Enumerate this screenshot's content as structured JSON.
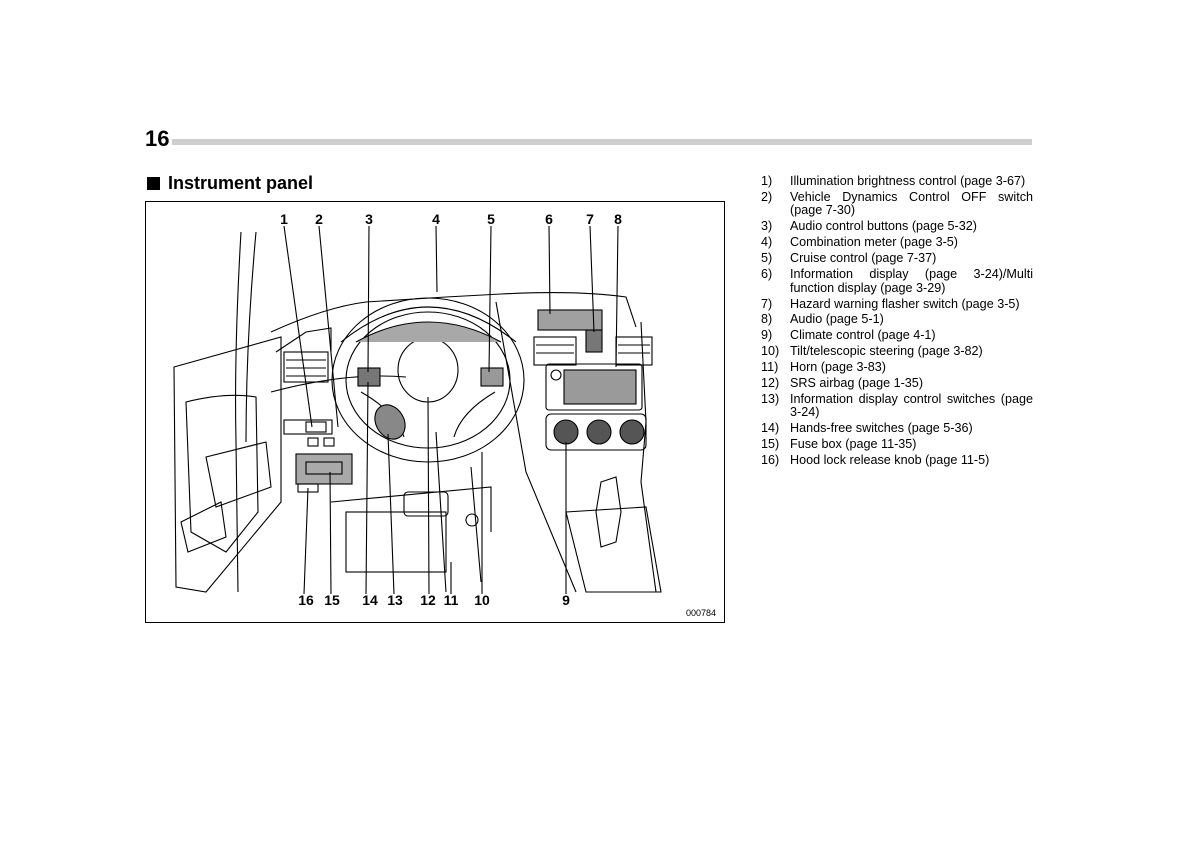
{
  "page": {
    "number": "16"
  },
  "section": {
    "title": "Instrument panel"
  },
  "figure": {
    "code": "000784",
    "callouts_top": [
      "1",
      "2",
      "3",
      "4",
      "5",
      "6",
      "7",
      "8"
    ],
    "callouts_bottom": [
      "16",
      "15",
      "14",
      "13",
      "12",
      "11",
      "10",
      "9"
    ]
  },
  "legend": [
    {
      "num": "1)",
      "text": "Illumination brightness control (page 3-67)"
    },
    {
      "num": "2)",
      "text": "Vehicle Dynamics Control OFF switch (page 7-30)"
    },
    {
      "num": "3)",
      "text": "Audio control buttons (page 5-32)"
    },
    {
      "num": "4)",
      "text": "Combination meter (page 3-5)"
    },
    {
      "num": "5)",
      "text": "Cruise control (page 7-37)"
    },
    {
      "num": "6)",
      "text": "Information display (page 3-24)/Multi function display (page 3-29)"
    },
    {
      "num": "7)",
      "text": "Hazard warning flasher switch (page 3-5)"
    },
    {
      "num": "8)",
      "text": "Audio (page 5-1)"
    },
    {
      "num": "9)",
      "text": "Climate control (page 4-1)"
    },
    {
      "num": "10)",
      "text": "Tilt/telescopic steering (page 3-82)"
    },
    {
      "num": "11)",
      "text": "Horn (page 3-83)"
    },
    {
      "num": "12)",
      "text": "SRS airbag (page 1-35)"
    },
    {
      "num": "13)",
      "text": "Information display control switches (page 3-24)"
    },
    {
      "num": "14)",
      "text": "Hands-free switches (page 5-36)"
    },
    {
      "num": "15)",
      "text": "Fuse box (page 11-35)"
    },
    {
      "num": "16)",
      "text": "Hood lock release knob (page 11-5)"
    }
  ]
}
